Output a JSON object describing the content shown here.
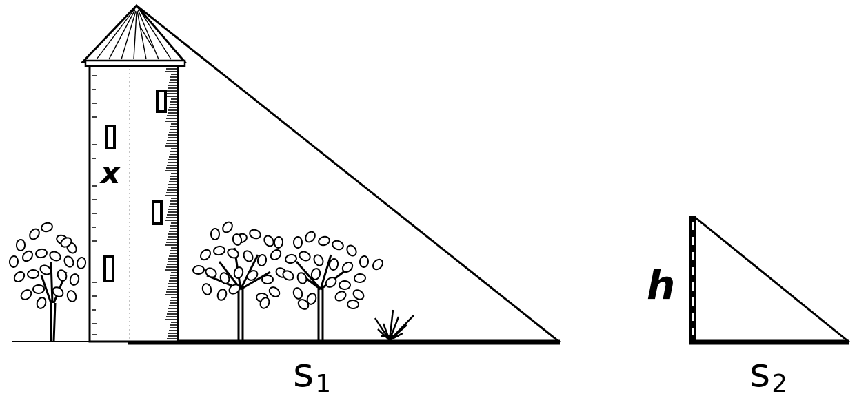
{
  "figure": {
    "labels": {
      "tower_height": "x",
      "pole_height": "h",
      "shadow_1_letter": "s",
      "shadow_1_sub": "1",
      "shadow_2_letter": "s",
      "shadow_2_sub": "2"
    },
    "colors": {
      "ink": "#000000",
      "paper": "#ffffff"
    }
  }
}
